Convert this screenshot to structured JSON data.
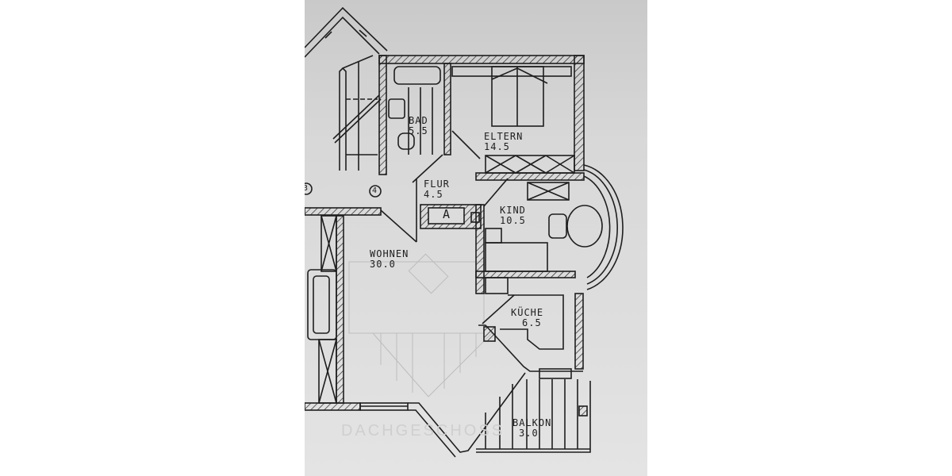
{
  "plan": {
    "title_ghost": "DACHGESCHOSS",
    "background": "#dcdcdc",
    "line_color": "#1e1e1e",
    "rooms": [
      {
        "name": "BAD",
        "area": "5.5"
      },
      {
        "name": "ELTERN",
        "area": "14.5"
      },
      {
        "name": "FLUR",
        "area": "4.5"
      },
      {
        "name": "KIND",
        "area": "10.5"
      },
      {
        "name": "WOHNEN",
        "area": "30.0"
      },
      {
        "name": "KÜCHE",
        "area": "6.5"
      },
      {
        "name": "BALKON",
        "area": "3.0"
      }
    ],
    "markers": [
      {
        "label": "A"
      },
      {
        "label": "4"
      },
      {
        "label": "3"
      }
    ]
  }
}
